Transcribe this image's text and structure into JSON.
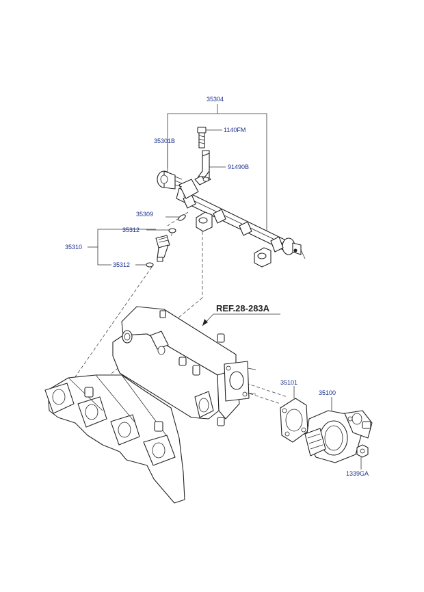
{
  "labels": {
    "p35304": "35304",
    "p35301b": "35301B",
    "p1140fm": "1140FM",
    "p91490b": "91490B",
    "p35309": "35309",
    "p35312_top": "35312",
    "p35310": "35310",
    "p35312_bottom": "35312",
    "p35101": "35101",
    "p35100": "35100",
    "p1339ga": "1339GA"
  },
  "reference": {
    "text": "REF.28-283A"
  },
  "colors": {
    "label": "#1a2e8c",
    "line": "#222222"
  }
}
